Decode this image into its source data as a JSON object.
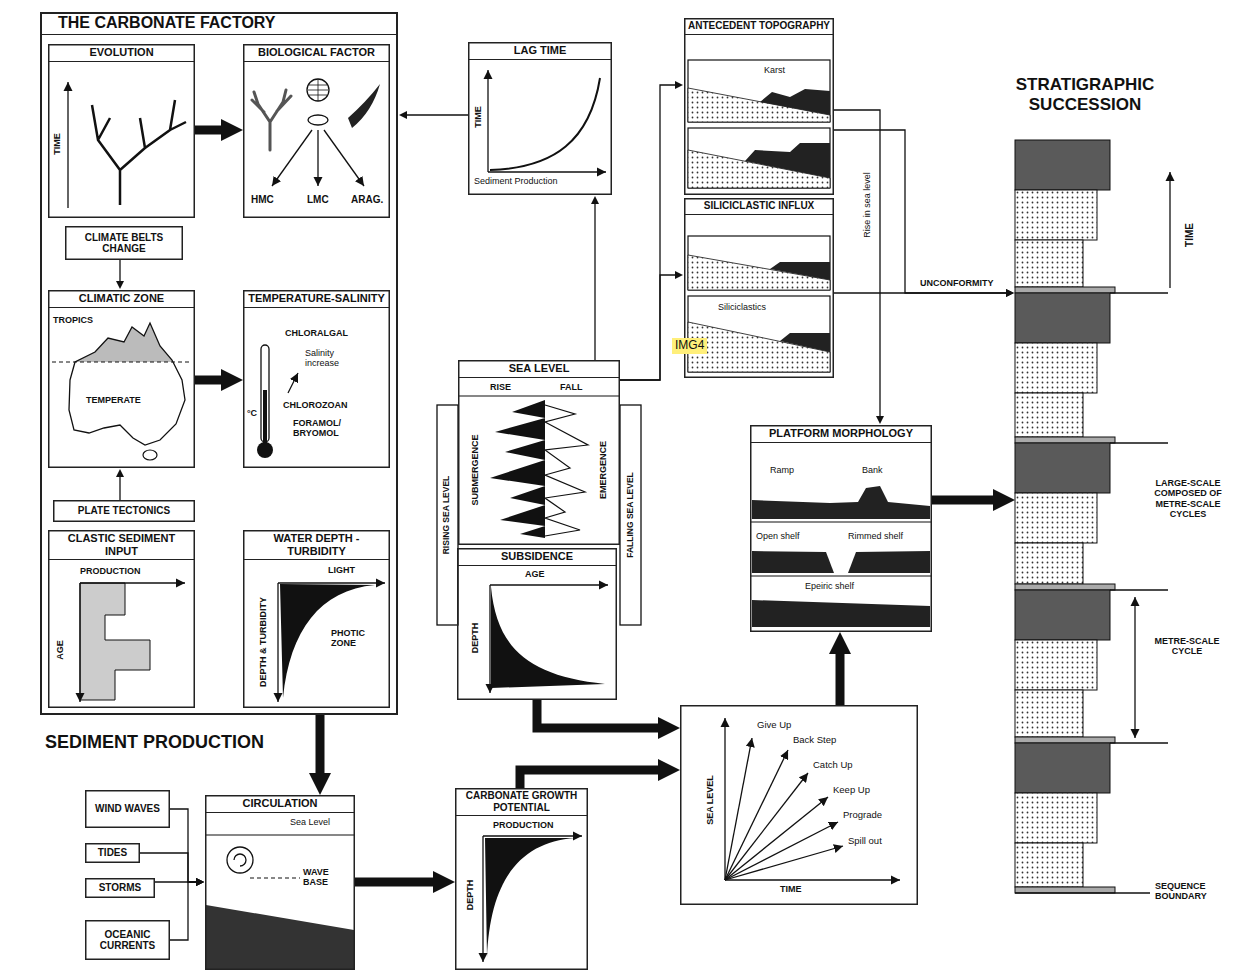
{
  "diagram": {
    "nodes": [
      {
        "text": [
          "THE CARBONATE FACTORY"
        ]
      },
      {
        "text": [
          "EVOLUTION",
          "TIME"
        ],
        "in": 0
      },
      {
        "text": [
          "BIOLOGICAL FACTOR",
          "HMC",
          "LMC",
          "ARAG."
        ],
        "in": 0
      },
      {
        "text": [
          "CLIMATE BELTS CHANGE"
        ],
        "in": 0
      },
      {
        "text": [
          "CLIMATIC ZONE",
          "TROPICS",
          "TEMPERATE"
        ],
        "in": 0
      },
      {
        "text": [
          "TEMPERATURE-SALINITY",
          "CHLORALGAL",
          "Salinity increase",
          "°C",
          "CHLOROZOAN",
          "FORAMOL/ BRYOMOL"
        ],
        "in": 0
      },
      {
        "text": [
          "PLATE TECTONICS"
        ],
        "in": 0
      },
      {
        "text": [
          "CLASTIC SEDIMENT INPUT",
          "PRODUCTION",
          "AGE"
        ],
        "in": 0
      },
      {
        "text": [
          "WATER DEPTH - TURBIDITY",
          "LIGHT",
          "DEPTH & TURBIDITY",
          "PHOTIC ZONE"
        ],
        "in": 0
      },
      {
        "text": [
          "WIND WAVES"
        ]
      },
      {
        "text": [
          "TIDES"
        ]
      },
      {
        "text": [
          "STORMS"
        ]
      },
      {
        "text": [
          "OCEANIC CURRENTS"
        ]
      },
      {
        "text": [
          "CIRCULATION",
          "Sea Level",
          "WAVE BASE"
        ]
      },
      {
        "text": [
          "LAG TIME",
          "TIME",
          "Sediment Production"
        ]
      },
      {
        "text": [
          "SEA LEVEL",
          "RISE",
          "FALL",
          "SUBMERGENCE",
          "EMERGENCE"
        ]
      },
      {
        "text": [
          "SUBSIDENCE",
          "AGE",
          "DEPTH"
        ]
      },
      {
        "text": [
          "CARBONATE GROWTH POTENTIAL",
          "PRODUCTION",
          "DEPTH"
        ]
      },
      {
        "text": [
          "ANTECEDENT TOPOGRAPHY",
          "Karst"
        ]
      },
      {
        "text": [
          "SILICICLASTIC INFLUX",
          "Siliciclastics"
        ]
      },
      {
        "text": [
          "PLATFORM MORPHOLOGY",
          "Ramp",
          "Bank",
          "Open shelf",
          "Rimmed shelf",
          "Epeiric shelf"
        ]
      },
      {
        "text": [
          "SEA LEVEL",
          "TIME",
          "Give Up",
          "Back Step",
          "Catch Up",
          "Keep Up",
          "Prograde",
          "Spill out"
        ]
      },
      {
        "text": [
          "STRATIGRAPHIC SUCCESSION"
        ]
      }
    ],
    "edges": [
      {
        "from": 1,
        "to": 2,
        "arrow": "to"
      },
      {
        "from": 4,
        "to": 5,
        "arrow": "to"
      },
      {
        "from": 3,
        "to": 4,
        "arrow": "to"
      },
      {
        "from": 6,
        "to": 4,
        "arrow": "to"
      },
      {
        "from": 0,
        "to": 13,
        "arrow": "to"
      },
      {
        "from": 9,
        "to": 13,
        "arrow": "to"
      },
      {
        "from": 10,
        "to": 13,
        "arrow": "to"
      },
      {
        "from": 11,
        "to": 13,
        "arrow": "to"
      },
      {
        "from": 12,
        "to": 13,
        "arrow": "to"
      },
      {
        "from": 13,
        "to": 17,
        "arrow": "to"
      },
      {
        "from": 17,
        "to": 21,
        "arrow": "to"
      },
      {
        "from": 16,
        "to": 21,
        "arrow": "to"
      },
      {
        "from": 14,
        "to": 0,
        "arrow": "to"
      },
      {
        "from": 15,
        "to": 14,
        "arrow": "to"
      },
      {
        "from": 15,
        "to": 18,
        "arrow": "to"
      },
      {
        "from": 15,
        "to": 19,
        "arrow": "to"
      },
      {
        "from": 18,
        "to": 22,
        "label": "UNCONFORMITY",
        "arrow": "to"
      },
      {
        "from": 19,
        "to": 22,
        "arrow": "to"
      },
      {
        "from": 18,
        "to": 20,
        "label": "Rise in sea level",
        "arrow": "to"
      },
      {
        "from": 21,
        "to": 20,
        "arrow": "to"
      },
      {
        "from": 20,
        "to": 22,
        "arrow": "to"
      }
    ],
    "labels": [
      "SEDIMENT PRODUCTION",
      "RISING SEA LEVEL",
      "FALLING SEA LEVEL",
      "IMG4",
      "TIME",
      "LARGE-SCALE COMPOSED OF METRE-SCALE CYCLES",
      "METRE-SCALE CYCLE",
      "SEQUENCE BOUNDARY"
    ]
  }
}
